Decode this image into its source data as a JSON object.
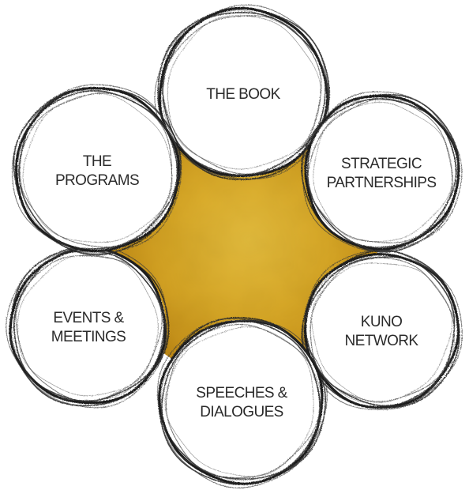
{
  "diagram": {
    "center_color": "#d9a521",
    "nodes": [
      {
        "id": "book",
        "lines": [
          "THE BOOK"
        ]
      },
      {
        "id": "strategic",
        "lines": [
          "STRATEGIC",
          "PARTNERSHIPS"
        ]
      },
      {
        "id": "kuno",
        "lines": [
          "KUNO",
          "NETWORK"
        ]
      },
      {
        "id": "speeches",
        "lines": [
          "SPEECHES &",
          "DIALOGUES"
        ]
      },
      {
        "id": "events",
        "lines": [
          "EVENTS &",
          "MEETINGS"
        ]
      },
      {
        "id": "programs",
        "lines": [
          "THE",
          "PROGRAMS"
        ]
      }
    ]
  }
}
